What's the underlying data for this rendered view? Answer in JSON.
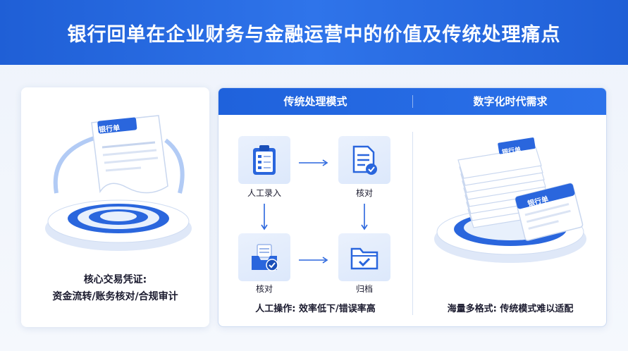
{
  "header": {
    "title": "银行回单在企业财务与金融运营中的价值及传统处理痛点"
  },
  "left_card": {
    "receipt_label": "银行单",
    "caption_line1": "核心交易凭证:",
    "caption_line2": "资金流转/账务核对/合规审计"
  },
  "right_card": {
    "traditional_title": "传统处理模式",
    "digital_title": "数字化时代需求",
    "steps": [
      {
        "label": "人工录入",
        "icon": "clipboard-icon"
      },
      {
        "label": "核对",
        "icon": "document-check-icon"
      },
      {
        "label": "核对",
        "icon": "inbox-check-icon"
      },
      {
        "label": "归档",
        "icon": "folder-check-icon"
      }
    ],
    "traditional_caption": "人工操作: 效率低下/错误率高",
    "stack_receipt_label_top": "银行单",
    "stack_receipt_label_front": "银行单",
    "digital_caption": "海量多格式: 传统模式难以适配"
  },
  "colors": {
    "primary": "#1f62dc",
    "tile_bg": "#e3ecfb",
    "accent": "#2f74ea"
  }
}
